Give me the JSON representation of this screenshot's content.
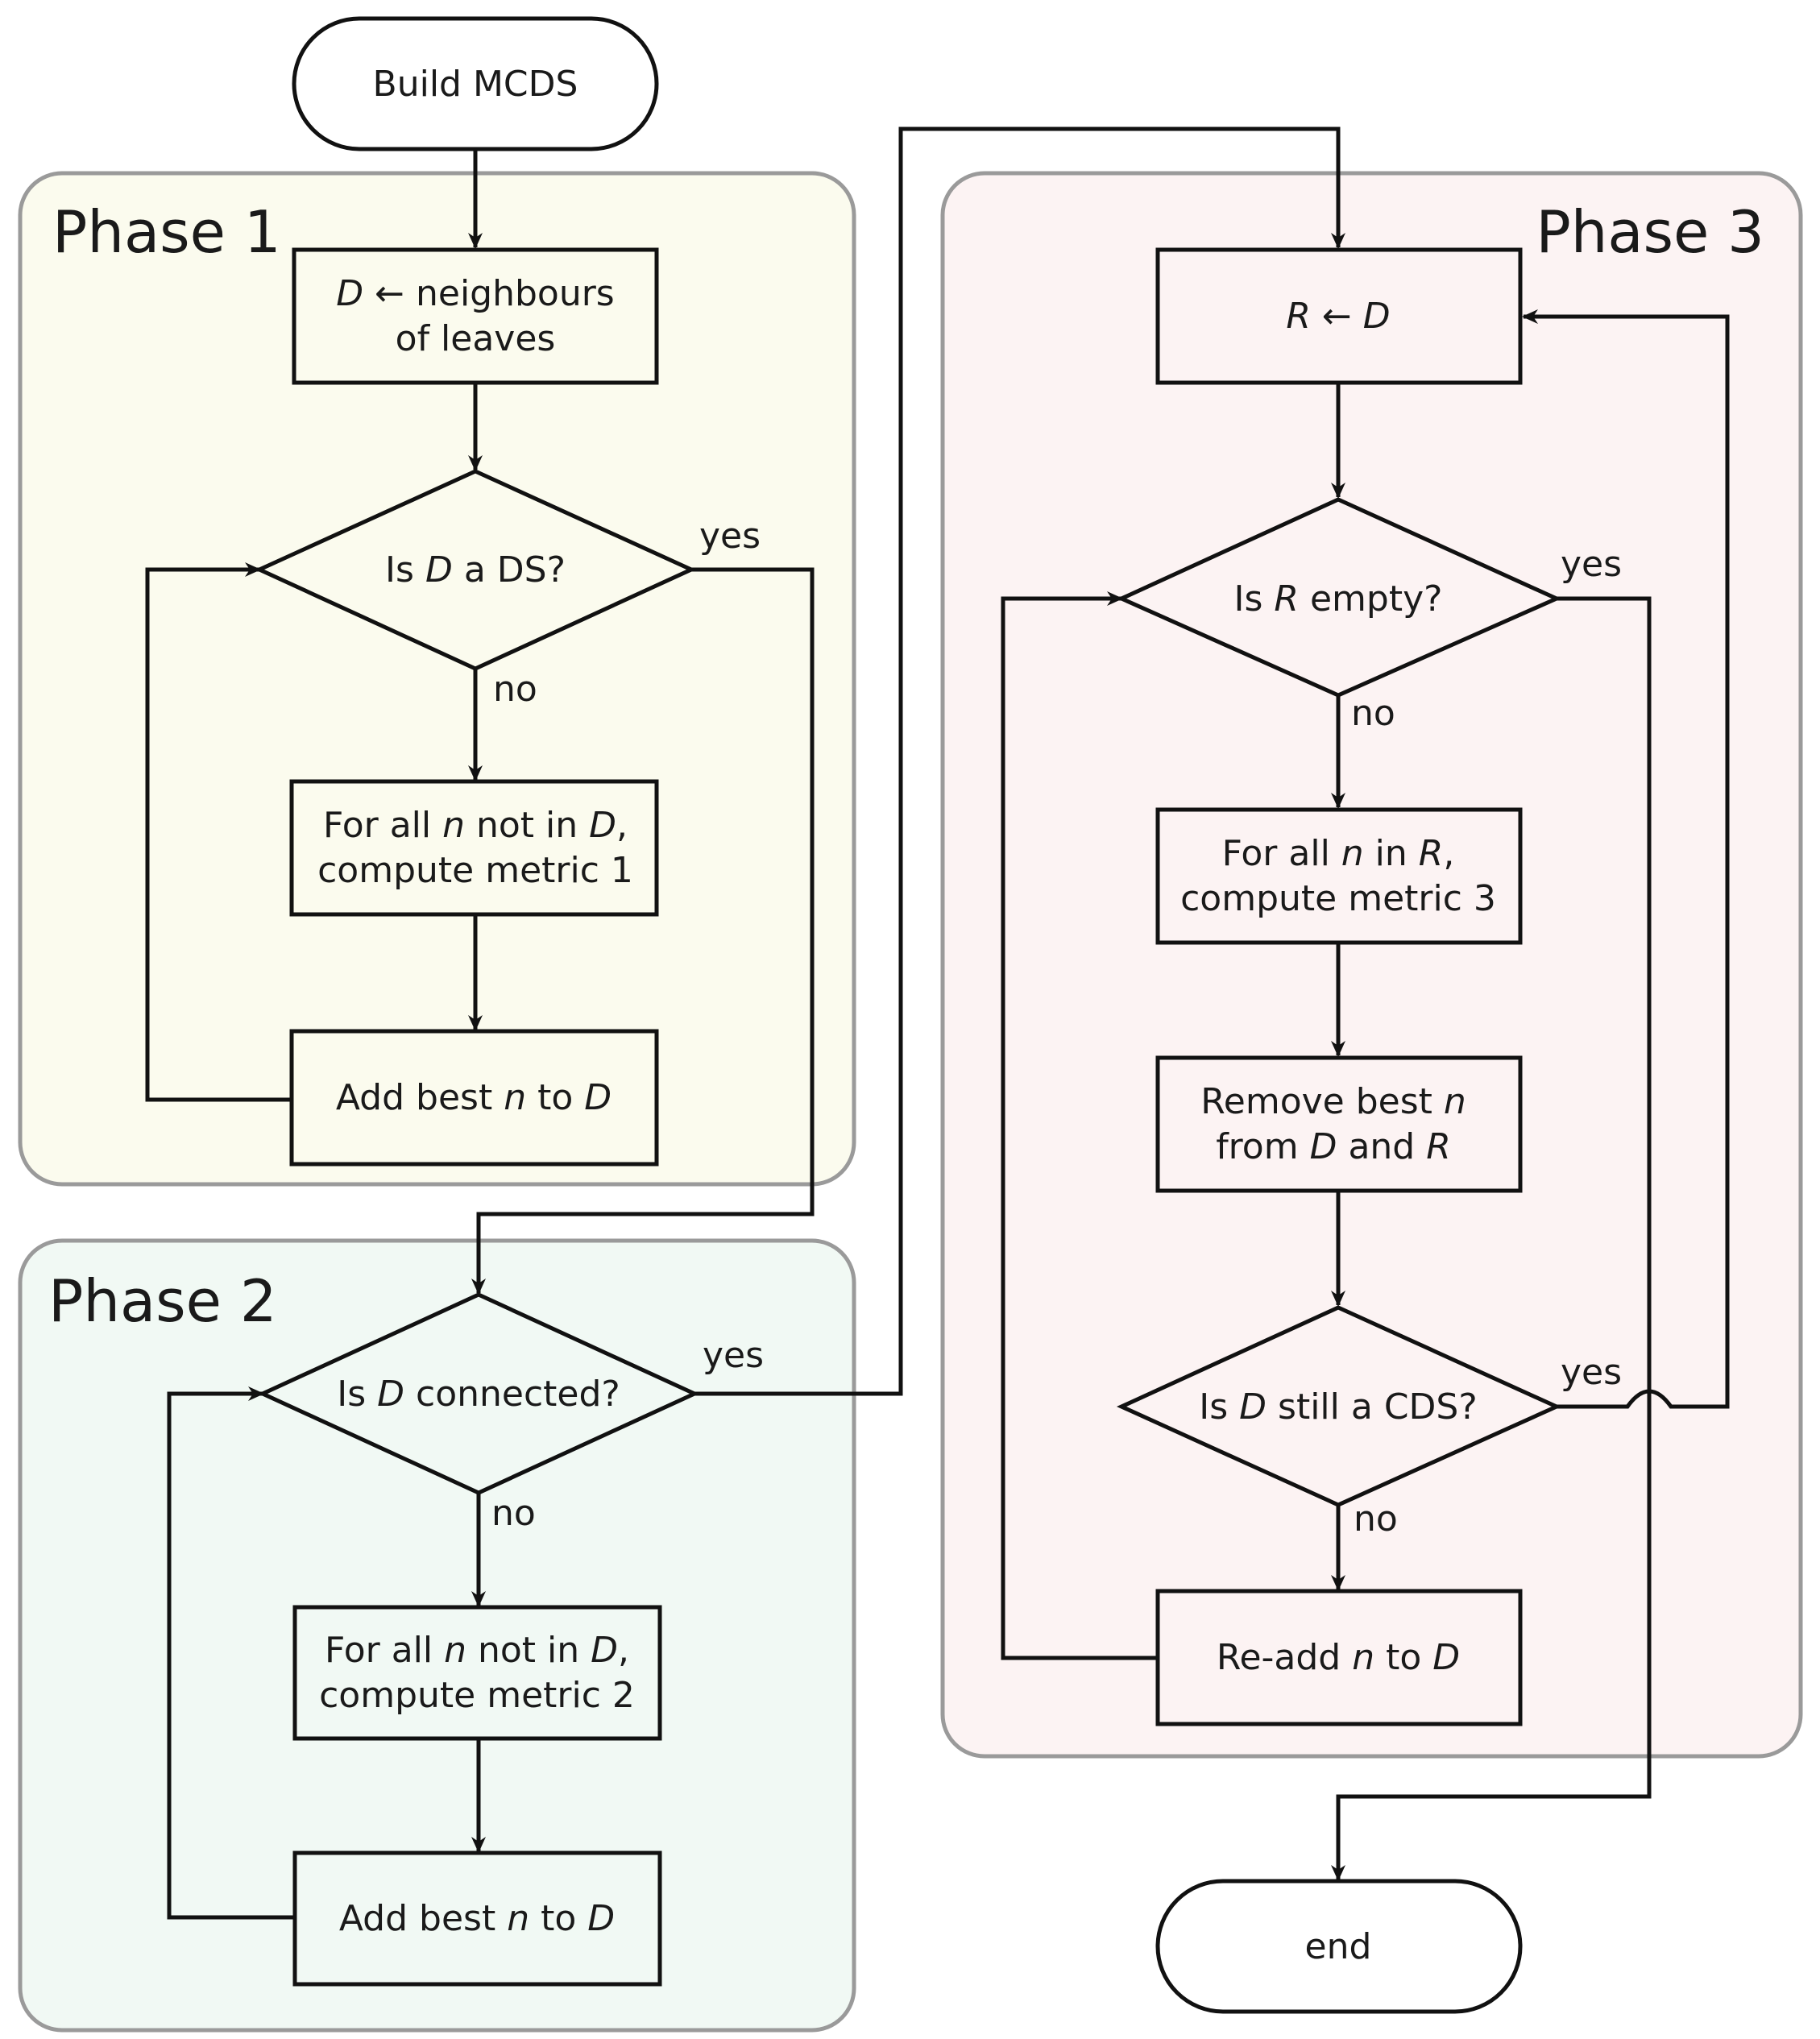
{
  "start": {
    "label": "Build MCDS"
  },
  "end": {
    "label": "end"
  },
  "phases": {
    "p1": {
      "title": "Phase 1",
      "color": "#fbfbee",
      "init_box": {
        "lines": [
          [
            {
              "t": "D",
              "i": true
            },
            {
              "t": " ← neighbours",
              "i": false
            }
          ],
          [
            {
              "t": "of leaves",
              "i": false
            }
          ]
        ]
      },
      "decision": {
        "lines": [
          [
            {
              "t": "Is ",
              "i": false
            },
            {
              "t": "D",
              "i": true
            },
            {
              "t": " a DS?",
              "i": false
            }
          ]
        ]
      },
      "compute_box": {
        "lines": [
          [
            {
              "t": "For all ",
              "i": false
            },
            {
              "t": "n",
              "i": true
            },
            {
              "t": " not in ",
              "i": false
            },
            {
              "t": "D",
              "i": true
            },
            {
              "t": ",",
              "i": false
            }
          ],
          [
            {
              "t": "compute metric 1",
              "i": false
            }
          ]
        ]
      },
      "add_box": {
        "lines": [
          [
            {
              "t": "Add best ",
              "i": false
            },
            {
              "t": "n",
              "i": true
            },
            {
              "t": " to ",
              "i": false
            },
            {
              "t": "D",
              "i": true
            }
          ]
        ]
      },
      "yes_label": "yes",
      "no_label": "no"
    },
    "p2": {
      "title": "Phase 2",
      "color": "#f1f9f4",
      "decision": {
        "lines": [
          [
            {
              "t": "Is ",
              "i": false
            },
            {
              "t": "D",
              "i": true
            },
            {
              "t": " connected?",
              "i": false
            }
          ]
        ]
      },
      "compute_box": {
        "lines": [
          [
            {
              "t": "For all ",
              "i": false
            },
            {
              "t": "n",
              "i": true
            },
            {
              "t": " not in ",
              "i": false
            },
            {
              "t": "D",
              "i": true
            },
            {
              "t": ",",
              "i": false
            }
          ],
          [
            {
              "t": "compute metric 2",
              "i": false
            }
          ]
        ]
      },
      "add_box": {
        "lines": [
          [
            {
              "t": "Add best ",
              "i": false
            },
            {
              "t": "n",
              "i": true
            },
            {
              "t": " to ",
              "i": false
            },
            {
              "t": "D",
              "i": true
            }
          ]
        ]
      },
      "yes_label": "yes",
      "no_label": "no"
    },
    "p3": {
      "title": "Phase 3",
      "color": "#fcf3f3",
      "init_box": {
        "lines": [
          [
            {
              "t": "R",
              "i": true
            },
            {
              "t": " ← ",
              "i": false
            },
            {
              "t": "D",
              "i": true
            }
          ]
        ]
      },
      "decision_empty": {
        "lines": [
          [
            {
              "t": "Is ",
              "i": false
            },
            {
              "t": "R",
              "i": true
            },
            {
              "t": " empty?",
              "i": false
            }
          ]
        ]
      },
      "compute_box": {
        "lines": [
          [
            {
              "t": "For all ",
              "i": false
            },
            {
              "t": "n",
              "i": true
            },
            {
              "t": " in ",
              "i": false
            },
            {
              "t": "R",
              "i": true
            },
            {
              "t": ",",
              "i": false
            }
          ],
          [
            {
              "t": "compute metric 3",
              "i": false
            }
          ]
        ]
      },
      "remove_box": {
        "lines": [
          [
            {
              "t": "Remove best ",
              "i": false
            },
            {
              "t": "n",
              "i": true
            }
          ],
          [
            {
              "t": "from ",
              "i": false
            },
            {
              "t": "D",
              "i": true
            },
            {
              "t": " and ",
              "i": false
            },
            {
              "t": "R",
              "i": true
            }
          ]
        ]
      },
      "decision_cds": {
        "lines": [
          [
            {
              "t": "Is ",
              "i": false
            },
            {
              "t": "D",
              "i": true
            },
            {
              "t": " still a CDS?",
              "i": false
            }
          ]
        ]
      },
      "readd_box": {
        "lines": [
          [
            {
              "t": "Re-add ",
              "i": false
            },
            {
              "t": "n",
              "i": true
            },
            {
              "t": " to ",
              "i": false
            },
            {
              "t": "D",
              "i": true
            }
          ]
        ]
      },
      "empty_yes_label": "yes",
      "empty_no_label": "no",
      "cds_yes_label": "yes",
      "cds_no_label": "no"
    }
  }
}
